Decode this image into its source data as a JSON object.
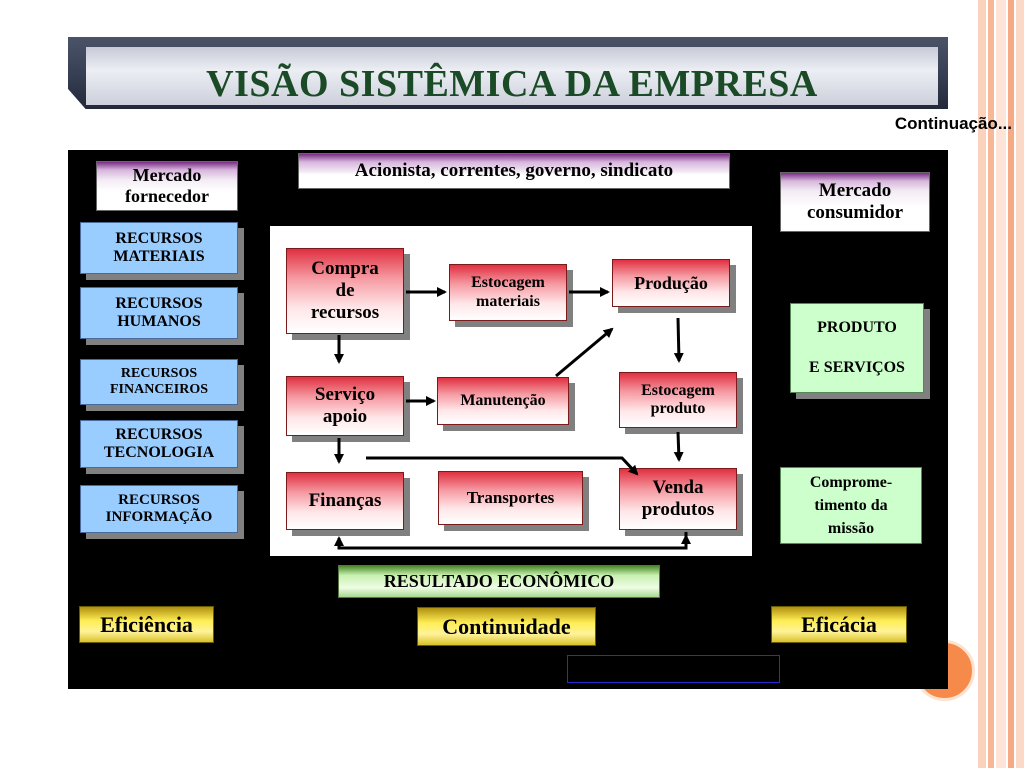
{
  "title": "VISÃO SISTÊMICA DA EMPRESA",
  "continuation": "Continuação...",
  "left_column": {
    "market_supplier": "Mercado fornecedor",
    "resources": [
      "RECURSOS MATERIAIS",
      "RECURSOS HUMANOS",
      "RECURSOS FINANCEIROS",
      "RECURSOS TECNOLOGIA",
      "RECURSOS INFORMAÇÃO"
    ]
  },
  "top_stakeholders": "Acionista, correntes, governo, sindicato",
  "right_column": {
    "market_consumer": "Mercado consumidor",
    "products_line1": "PRODUTO",
    "products_line2": "E SERVIÇOS",
    "mission": "Comprome-timento da missão"
  },
  "process": {
    "compra": "Compra de recursos",
    "estocagem_materiais": "Estocagem materiais",
    "producao": "Produção",
    "servico_apoio": "Serviço apoio",
    "manutencao": "Manutenção",
    "estocagem_produto": "Estocagem produto",
    "financas": "Finanças",
    "transportes": "Transportes",
    "venda_produtos": "Venda produtos"
  },
  "result": "RESULTADO ECONÔMICO",
  "bottom": {
    "eficiencia": "Eficiência",
    "continuidade": "Continuidade",
    "eficacia": "Eficácia"
  },
  "colors": {
    "panel": "#000000",
    "title_text": "#1a4a26",
    "resource_blue": "#99ccff",
    "product_green": "#ccffcc",
    "process_red": "#e03040",
    "outcome_yellow": "#ffee55",
    "accent_orange": "#f58a4a"
  }
}
